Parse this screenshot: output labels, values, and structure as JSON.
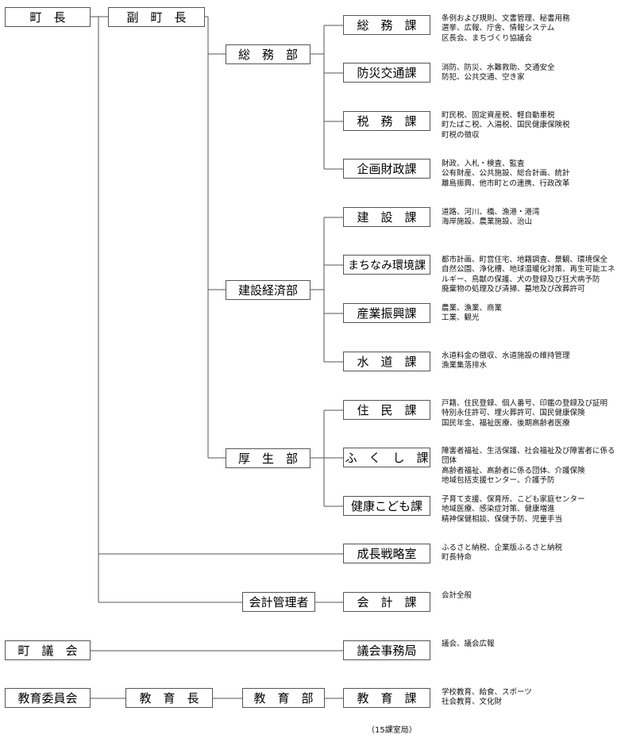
{
  "executives": [
    {
      "id": "mayor",
      "label": "町　長"
    },
    {
      "id": "deputy",
      "label": "副　町　長"
    }
  ],
  "departments": [
    {
      "id": "somu_bu",
      "label": "総　務　部"
    },
    {
      "id": "kensetsu_bu",
      "label": "建設経済部"
    },
    {
      "id": "kosei_bu",
      "label": "厚　生　部"
    },
    {
      "id": "kaikei_kanrisha",
      "label": "会計管理者"
    }
  ],
  "sections": [
    {
      "id": "somu",
      "label": "総　務　課",
      "duties": "条例および規則、文書管理、秘書用務\n選挙、広報、庁舎、情報システム\n区長会、まちづくり協議会"
    },
    {
      "id": "bosai",
      "label": "防災交通課",
      "duties": "消防、防災、水難救助、交通安全\n防犯、公共交通、空き家"
    },
    {
      "id": "zeimu",
      "label": "税　務　課",
      "duties": "町民税、固定資産税、軽自動車税\n町たばこ税、入湯税、国民健康保険税\n町税の徴収"
    },
    {
      "id": "kikaku",
      "label": "企画財政課",
      "duties": "財政、入札・検査、監査\n公有財産、公共施設、総合計画、統計\n離島振興、他市町との連携、行政改革"
    },
    {
      "id": "kensetsu",
      "label": "建　設　課",
      "duties": "道路、河川、橋、漁港・港湾\n海岸施設、農業施設、治山"
    },
    {
      "id": "machinami",
      "label": "まちなみ環境課",
      "duties": "都市計画、町営住宅、地籍調査、景観、環境保全\n自然公園、浄化槽、地球温暖化対策、再生可能エネ\nルギー、鳥獣の保護、犬の登録及び狂犬病予防\n廃棄物の処理及び清掃、墓地及び改葬許可"
    },
    {
      "id": "sangyo",
      "label": "産業振興課",
      "duties": "農業、漁業、商業\n工業、観光"
    },
    {
      "id": "suido",
      "label": "水　道　課",
      "duties": "水道料金の徴収、水道施設の維持管理\n漁業集落排水"
    },
    {
      "id": "jumin",
      "label": "住　民　課",
      "duties": "戸籍、住民登録、個人番号、印鑑の登録及び証明\n特別永住許可、埋火葬許可、国民健康保険\n国民年金、福祉医療、後期高齢者医療"
    },
    {
      "id": "fukushi",
      "label": "ふ　く　し　課",
      "duties": "障害者福祉、生活保護、社会福祉及び障害者に係る団体\n高齢者福祉、高齢者に係る団体、介護保険\n地域包括支援センター、介護予防"
    },
    {
      "id": "kenko",
      "label": "健康こども課",
      "duties": "子育て支援、保育所、こども家庭センター\n地域医療、感染症対策、健康増進\n精神保健相談、保健予防、児童手当"
    },
    {
      "id": "seicho",
      "label": "成長戦略室",
      "duties": "ふるさと納税、企業版ふるさと納税\n町長特命"
    },
    {
      "id": "kaikei",
      "label": "会　計　課",
      "duties": "会計全般"
    }
  ],
  "assembly": {
    "council": "町　議　会",
    "office": "議会事務局",
    "duties": "議会、議会広報"
  },
  "education": {
    "board": "教育委員会",
    "superintendent": "教　育　長",
    "dept": "教　育　部",
    "section": "教　育　課",
    "duties": "学校教育、給食、スポーツ\n社会教育、文化財"
  },
  "footer": "（15課室局）"
}
